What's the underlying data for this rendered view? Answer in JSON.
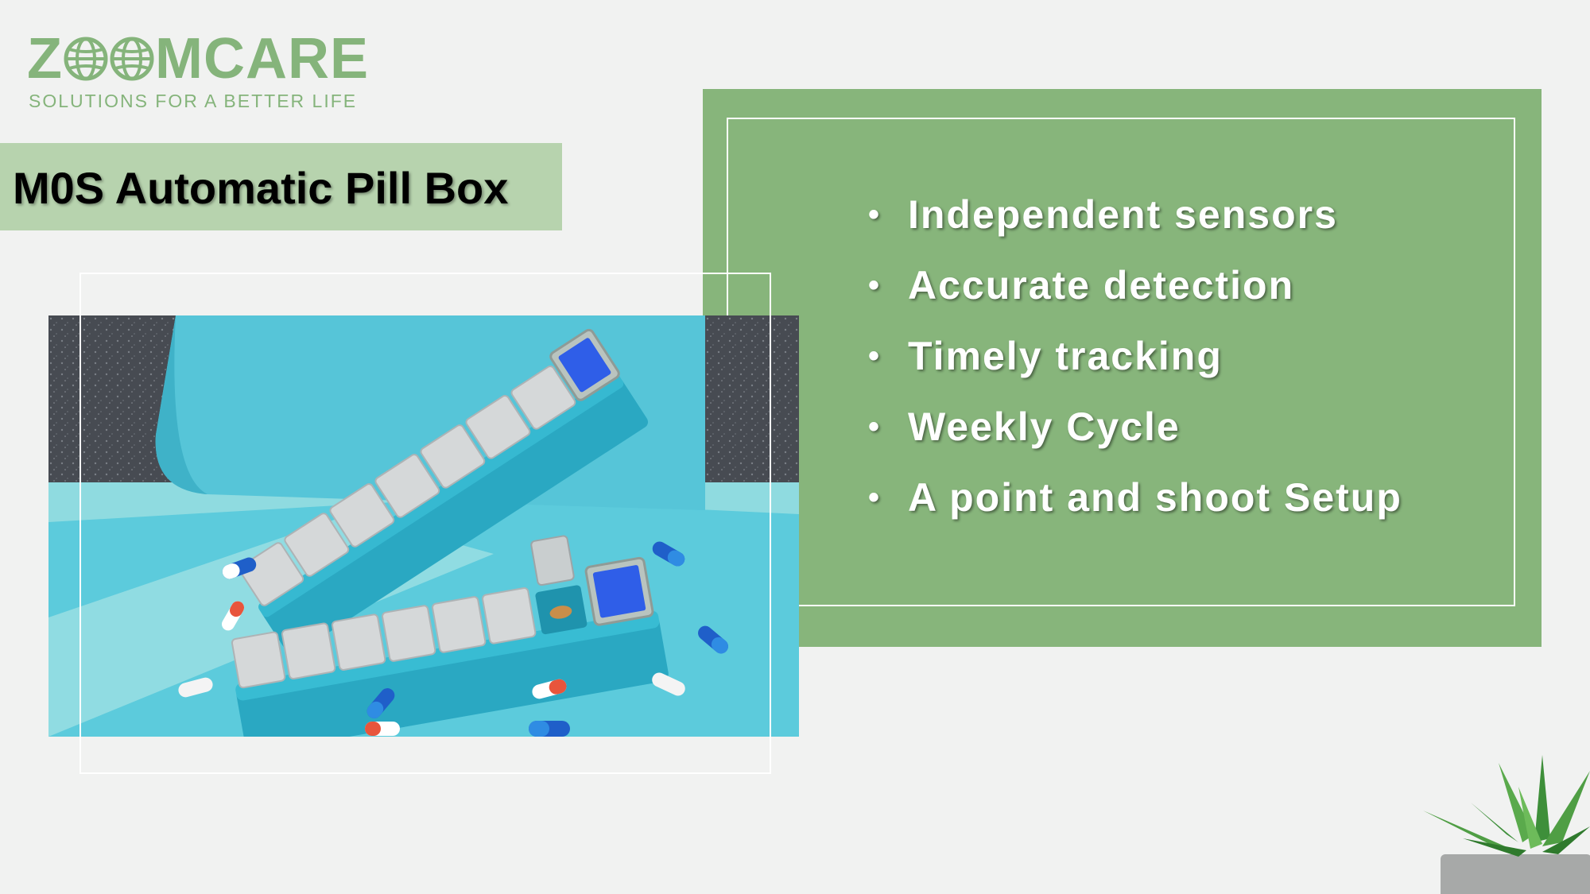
{
  "logo": {
    "word_start": "Z",
    "word_end": "MCARE",
    "tagline": "SOLUTIONS FOR A BETTER LIFE",
    "brand_color": "#85b47b"
  },
  "title": "M0S Automatic Pill Box",
  "features": [
    "Independent sensors",
    "Accurate detection",
    "Timely tracking",
    "Weekly Cycle",
    "A point and shoot Setup"
  ],
  "bullet": "•",
  "colors": {
    "background": "#f1f2f1",
    "title_band": "#b7d3ae",
    "feature_panel": "#87b57b",
    "pill_box": "#2eb3cc"
  },
  "icons": {
    "logo_globe": "globe-icon",
    "plant": "succulent-plant"
  }
}
